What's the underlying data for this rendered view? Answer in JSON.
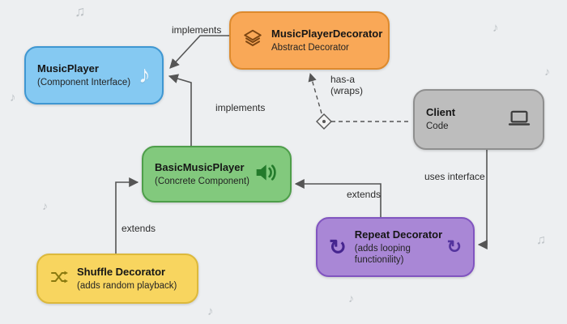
{
  "nodes": {
    "music_player": {
      "title": "MusicPlayer",
      "subtitle": "(Component Interface)",
      "icon": "music-note-icon",
      "icon_glyph": "♪",
      "color": "#85c9f2"
    },
    "decorator": {
      "title": "MusicPlayerDecorator",
      "subtitle": "Abstract Decorator",
      "icon": "layers-icon",
      "color": "#f9a857"
    },
    "basic_player": {
      "title": "BasicMusicPlayer",
      "subtitle": "(Concrete Component)",
      "icon": "speaker-icon",
      "color": "#82c97d"
    },
    "client": {
      "title": "Client",
      "subtitle": "Code",
      "icon": "laptop-icon",
      "color": "#bdbdbd"
    },
    "shuffle": {
      "title": "Shuffle Decorator",
      "subtitle": "(adds random playback)",
      "icon": "shuffle-icon",
      "color": "#f8d55f"
    },
    "repeat": {
      "title": "Repeat Decorator",
      "subtitle_line1": "(adds looping",
      "subtitle_line2": "functionility)",
      "icon": "repeat-icon",
      "icon_glyph_left": "↻",
      "icon_glyph_right": "↻",
      "color": "#a987d6"
    }
  },
  "edges": {
    "implements_top": "implements",
    "implements_mid": "implements",
    "has_a_line1": "has-a",
    "has_a_line2": "(wraps)",
    "extends_left": "extends",
    "extends_right": "extends",
    "uses_interface": "uses interface"
  },
  "colors": {
    "background": "#edeff1",
    "arrow": "#555555"
  },
  "decor": {
    "notes": [
      "♫",
      "♪",
      "♪",
      "♪",
      "♪",
      "♪",
      "♪",
      "♫"
    ]
  }
}
